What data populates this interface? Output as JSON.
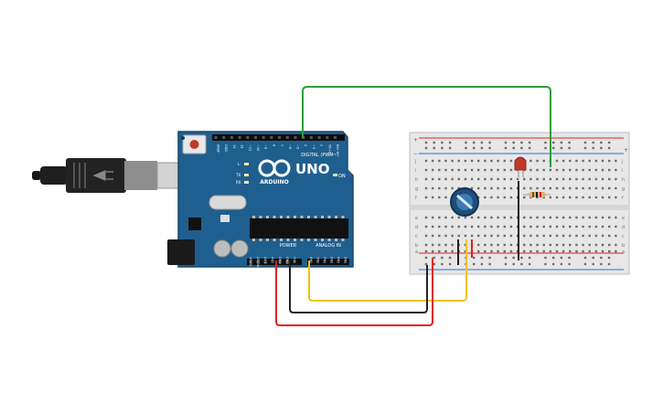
{
  "arduino": {
    "brand_top": "UNO",
    "brand_bottom": "ARDUINO",
    "digital_label": "DIGITAL (PWM~)",
    "power_label": "POWER",
    "analog_label": "ANALOG IN",
    "on_label": "ON",
    "led_labels": [
      "L",
      "TX",
      "RX"
    ],
    "digital_pins": [
      "AREF",
      "GND",
      "13",
      "12",
      "~11",
      "~10",
      "~9",
      "8",
      "7",
      "~6",
      "~5",
      "4",
      "~3",
      "2",
      "TX→1",
      "RX←0"
    ],
    "power_pins": [
      "IOREF",
      "RESET",
      "3.3V",
      "5V",
      "GND",
      "GND",
      "Vin"
    ],
    "analog_pins": [
      "A0",
      "A1",
      "A2",
      "A3",
      "A4",
      "A5"
    ]
  },
  "breadboard": {
    "row_letters_top": [
      "j",
      "i",
      "h",
      "g",
      "f"
    ],
    "row_letters_bottom": [
      "e",
      "d",
      "c",
      "b",
      "a"
    ],
    "plus": "+",
    "minus": "−"
  },
  "wire_colors": {
    "green": "#2e9e3a",
    "yellow": "#f4c20d",
    "red": "#e02020",
    "black": "#222222"
  },
  "board_color": "#1f5f8f"
}
